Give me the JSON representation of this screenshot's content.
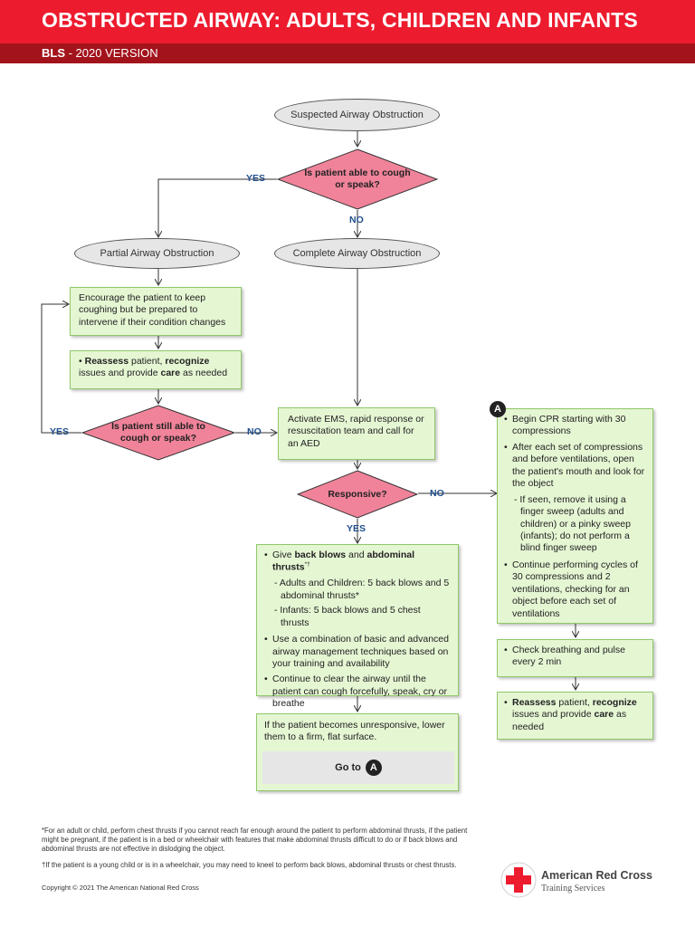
{
  "header": {
    "title": "OBSTRUCTED AIRWAY: ADULTS, CHILDREN AND INFANTS",
    "bls": "BLS",
    "version": " - 2020 VERSION"
  },
  "flow": {
    "start": "Suspected Airway Obstruction",
    "q_cough_speak": "Is patient able to cough or speak?",
    "partial": "Partial Airway Obstruction",
    "complete": "Complete Airway Obstruction",
    "encourage": "Encourage the patient to keep coughing but be prepared to intervene if their condition changes",
    "reassess": {
      "bullet": "•",
      "w1": "Reassess",
      "t1": " patient, ",
      "w2": "recognize",
      "t2": " issues and provide ",
      "w3": "care",
      "t3": " as needed"
    },
    "q_still_able": "Is patient still able to cough or speak?",
    "activate_ems": "Activate EMS, rapid response or resuscitation team and call for an AED",
    "q_responsive": "Responsive?",
    "labels": {
      "yes1": "YES",
      "no1": "NO",
      "yes2": "YES",
      "no2": "NO",
      "yes3": "YES",
      "no3": "NO"
    },
    "responsive_box": {
      "b1_pre": "Give ",
      "b1_w1": "back blows",
      "b1_mid": " and ",
      "b1_w2": "abdominal thrusts",
      "b1_sup": "*†",
      "s1": "- Adults and Children: 5 back blows and 5 abdominal thrusts*",
      "s2": "- Infants: 5 back blows and 5 chest thrusts",
      "b2": "Use a combination of basic and advanced airway management techniques based on your training and availability",
      "b3": "Continue to clear the airway until the patient can cough forcefully, speak, cry or breathe"
    },
    "unresponsive_text": "If the patient becomes unresponsive, lower them to a firm, flat surface.",
    "goto": "Go to",
    "marker": "A",
    "cpr_box": {
      "b1": "Begin CPR starting with 30 compressions",
      "b2": "After each set of compressions and before ventilations, open the patient's mouth and look for the object",
      "s1": "- If seen, remove it using a finger sweep (adults and children) or a pinky sweep (infants); do not perform a blind finger sweep",
      "b3": "Continue performing cycles of 30 compressions and 2 ventilations, checking for an object before each set of ventilations"
    },
    "check_breathing": "Check breathing and pulse every 2 min",
    "reassess2": {
      "w1": "Reassess",
      "t1": " patient, ",
      "w2": "recognize",
      "t2": " issues and provide ",
      "w3": "care",
      "t3": " as needed"
    }
  },
  "footnotes": {
    "f1": "*For an adult or child, perform chest thrusts if you cannot reach far enough around the patient to perform abdominal thrusts, if the patient might be pregnant, if the patient is in a bed or wheelchair with features that make abdominal thrusts difficult to do or if back blows and abdominal thrusts are not effective in dislodging the object.",
    "f2": "†If the patient is a young child or is in a wheelchair, you may need to kneel to perform back blows, abdominal thrusts or chest thrusts.",
    "copyright": "Copyright © 2021 The American National Red Cross"
  },
  "logo": {
    "name": "American Red Cross",
    "sub": "Training Services"
  },
  "colors": {
    "header_red": "#ed1b2e",
    "subheader_red": "#a3131c",
    "diamond_pink": "#f0839a",
    "box_green": "#e5f6d3",
    "label_blue": "#1f4e8c"
  }
}
